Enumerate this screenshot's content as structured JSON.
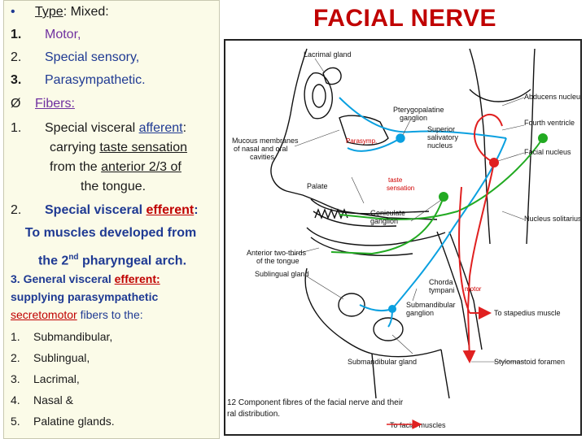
{
  "title": "FACIAL NERVE",
  "left": {
    "type_bullet": "•",
    "type_label": "Type",
    "type_value": ": Mixed:",
    "items": [
      {
        "num": "1.",
        "text": "Motor,"
      },
      {
        "num": "2.",
        "text": "Special sensory,"
      },
      {
        "num": "3.",
        "text": "Parasympathetic."
      }
    ],
    "fibers_marker": "Ø",
    "fibers_label": "Fibers:",
    "f1_num": "1.",
    "f1_pre": "Special visceral ",
    "f1_key": "afferent",
    "f1_colon": ":",
    "f1_l2_pre": "carrying ",
    "f1_l2_key": "taste sensation",
    "f1_l3_pre": "from the ",
    "f1_l3_key": "anterior 2/3 of",
    "f1_l4": "the tongue.",
    "f2_num": "2.",
    "f2_pre": "Special visceral ",
    "f2_key": "efferent",
    "f2_colon": ":",
    "f2_l2": "To muscles developed from",
    "f2_l3_a": "the 2",
    "f2_l3_sup": "nd",
    "f2_l3_b": " pharyngeal arch.",
    "f3_l1_pre": "3.  General visceral ",
    "f3_l1_key": "efferent:",
    "f3_l2": "supplying parasympathetic",
    "f3_l3_key": "secretomotor",
    "f3_l3_post": " fibers to the:",
    "glands": [
      {
        "num": "1.",
        "text": "Submandibular,"
      },
      {
        "num": "2.",
        "text": "Sublingual,"
      },
      {
        "num": "3.",
        "text": "Lacrimal,"
      },
      {
        "num": "4.",
        "text": "Nasal &"
      },
      {
        "num": "5.",
        "text": "Palatine glands."
      }
    ]
  },
  "diagram": {
    "labels": {
      "lacrimal": "Lacrimal gland",
      "abducens": "Abducens nucleus",
      "pterygo1": "Pterygopalatine",
      "pterygo2": "ganglion",
      "fourth": "Fourth ventricle",
      "superior1": "Superior",
      "superior2": "salivatory",
      "superior3": "nucleus",
      "mucous1": "Mucous membranes",
      "mucous2": "of nasal and oral",
      "mucous3": "cavities",
      "facial_nucleus": "Facial nucleus",
      "palate": "Palate",
      "geniculate1": "Geniculate",
      "geniculate2": "ganglion",
      "solitarius": "Nucleus solitarius",
      "anterior1": "Anterior two-thirds",
      "anterior2": "of the tongue",
      "sublingual": "Sublingual gland",
      "chorda1": "Chorda",
      "chorda2": "tympani",
      "submand1": "Submandibular",
      "submand2": "ganglion",
      "stapedius": "To stapedius muscle",
      "submand_gland": "Submandibular gland",
      "stylomastoid": "Stylomastoid foramen",
      "caption1": "12  Component fibres of the facial nerve and their",
      "caption2": "ral distribution.",
      "facial_muscles": "To facial muscles"
    },
    "annotations": {
      "parasymp": "Parasymp.",
      "taste1": "taste",
      "taste2": "sensation",
      "motor": "motor"
    },
    "colors": {
      "parasympathetic": "#0aa0e0",
      "taste": "#22aa22",
      "motor": "#e02020",
      "annotation": "#d00000"
    }
  }
}
